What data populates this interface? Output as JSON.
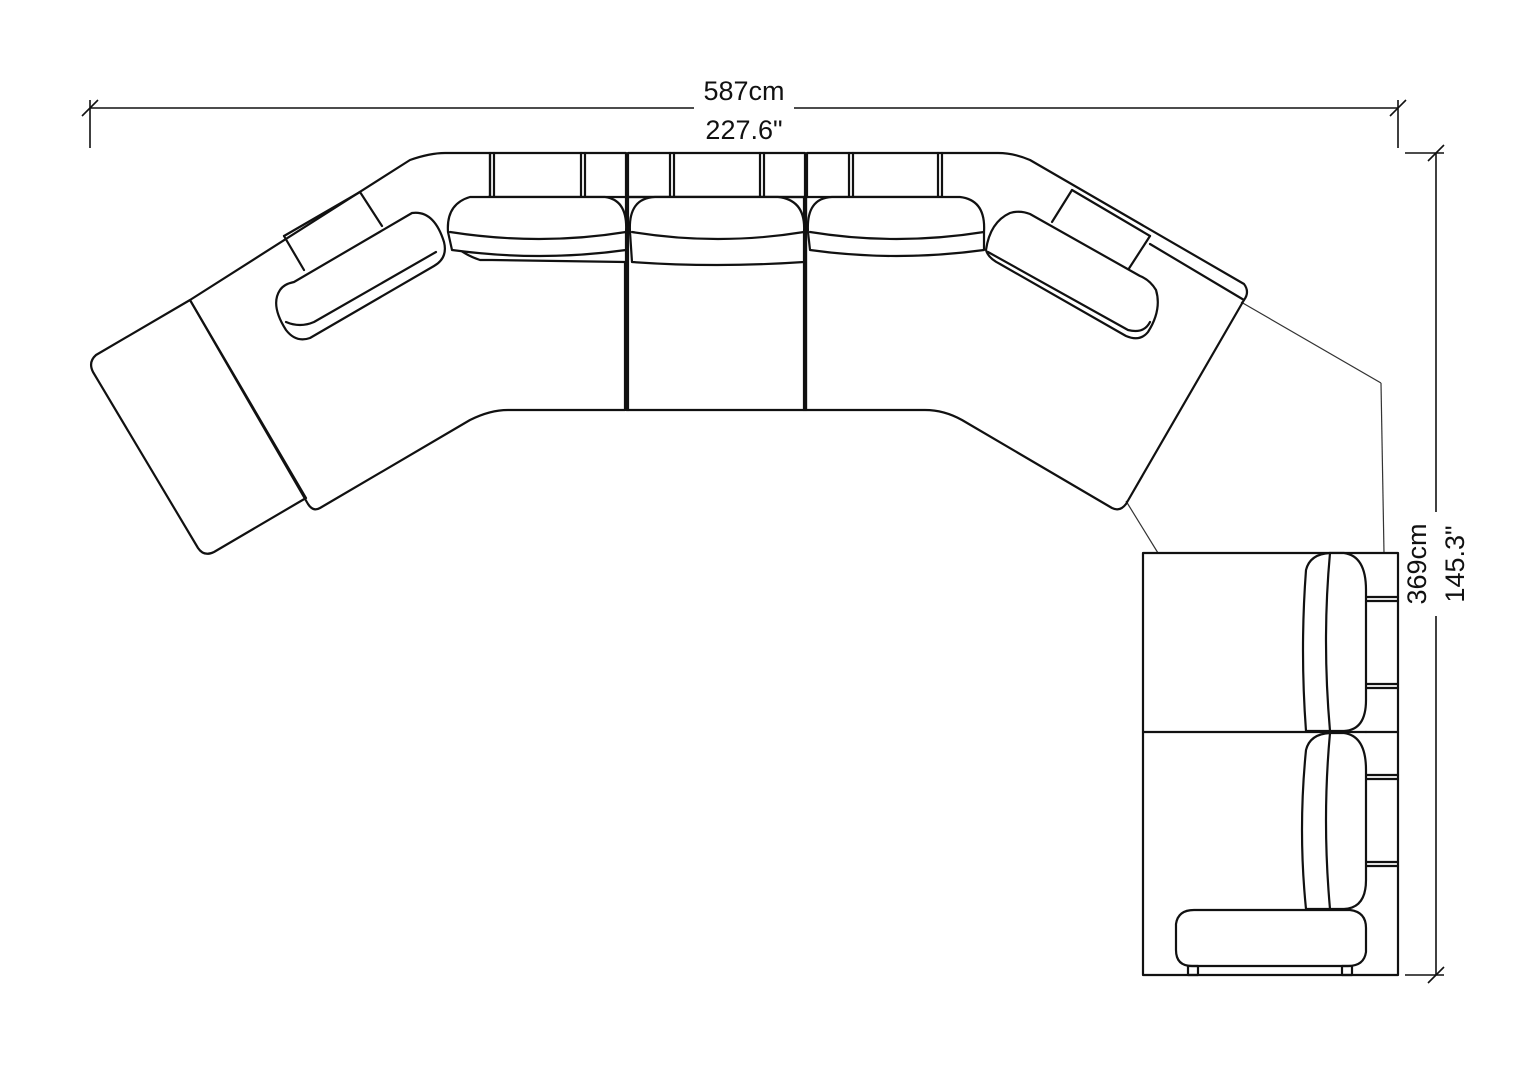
{
  "dimensions": {
    "width_metric": "587cm",
    "width_imperial": "227.6\"",
    "depth_metric": "369cm",
    "depth_imperial": "145.3\""
  },
  "colors": {
    "line": "#111111",
    "background": "#ffffff"
  }
}
